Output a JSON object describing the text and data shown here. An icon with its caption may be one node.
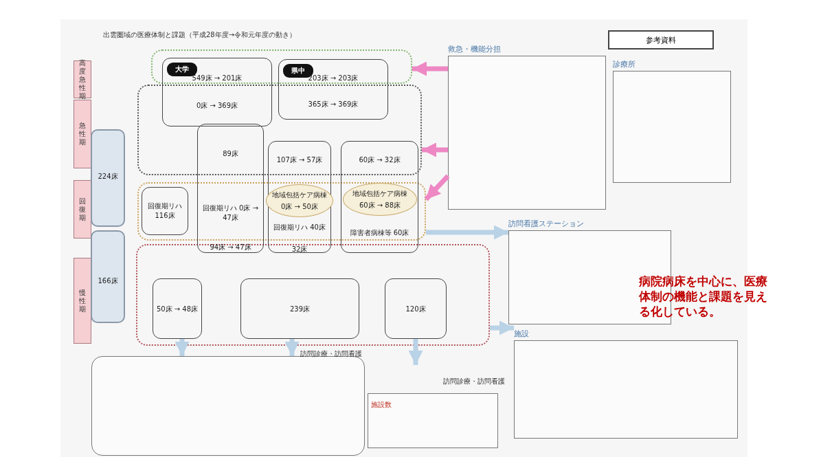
{
  "diagram": {
    "title": "出雲圏域の医療体制と課題（平成28年度→令和元年度の動き）",
    "nodes": [
      {
        "text": [
          "高度急性期"
        ]
      },
      {
        "text": [
          "急性期"
        ]
      },
      {
        "text": [
          "回復期"
        ]
      },
      {
        "text": [
          "慢性期"
        ]
      },
      {
        "text": [
          "224床"
        ]
      },
      {
        "text": [
          "166床"
        ]
      },
      {
        "text": [],
        "shape": "box"
      },
      {
        "text": [],
        "shape": "box"
      },
      {
        "text": [],
        "shape": "box"
      },
      {
        "text": [],
        "shape": "box"
      },
      {
        "text": [
          "大学",
          "549床 → 201床",
          "0床 → 369床"
        ]
      },
      {
        "text": [
          "県中",
          "203床 → 203床",
          "365床 → 369床"
        ]
      },
      {
        "text": [
          "89床",
          "回復期リハ 0床 → 47床",
          "94床 → 47床"
        ]
      },
      {
        "text": [
          "107床 → 57床",
          "回復期リハ 40床",
          "32床"
        ]
      },
      {
        "text": [
          "地域包括ケア病棟",
          "0床 → 50床"
        ]
      },
      {
        "text": [
          "60床 → 32床",
          "障害者病棟等 60床"
        ]
      },
      {
        "text": [
          "地域包括ケア病棟",
          "60床 → 88床"
        ]
      },
      {
        "text": [
          "回復期リハ 116床"
        ],
        "in": 8
      },
      {
        "text": [
          "50床 → 48床"
        ],
        "in": 9
      },
      {
        "text": [
          "239床"
        ],
        "in": 9
      },
      {
        "text": [
          "120床"
        ],
        "in": 9
      },
      {
        "text": [
          "救急・機能分担"
        ]
      },
      {
        "text": [
          "診療所"
        ]
      },
      {
        "text": [
          "訪問看護ステーション"
        ]
      },
      {
        "text": [
          "施設"
        ]
      },
      {
        "text": [],
        "shape": "box"
      },
      {
        "text": [
          "施設数"
        ]
      }
    ],
    "edges": [
      {
        "from": 21,
        "to": 6,
        "arrow": "to",
        "color": "#ee88c4"
      },
      {
        "from": 21,
        "to": 7,
        "arrow": "to",
        "color": "#ee88c4"
      },
      {
        "from": 21,
        "to": 8,
        "arrow": "to",
        "color": "#ee88c4"
      },
      {
        "from": 8,
        "to": 23,
        "arrow": "to",
        "color": "#b9d2e6"
      },
      {
        "from": 9,
        "to": 24,
        "arrow": "to",
        "color": "#b9d2e6"
      },
      {
        "from": 18,
        "to": 25,
        "arrow": "to",
        "color": "#b9d2e6"
      },
      {
        "from": 19,
        "to": 25,
        "arrow": "to",
        "color": "#b9d2e6"
      },
      {
        "from": 20,
        "to": null,
        "arrow": "to",
        "color": "#b9d2e6"
      }
    ],
    "labels": [
      "参考資料",
      "訪問診療・訪問看護",
      "訪問診療・訪問看護",
      "病院病床を中心に、医療体制の機能と課題を見える化している。"
    ]
  }
}
